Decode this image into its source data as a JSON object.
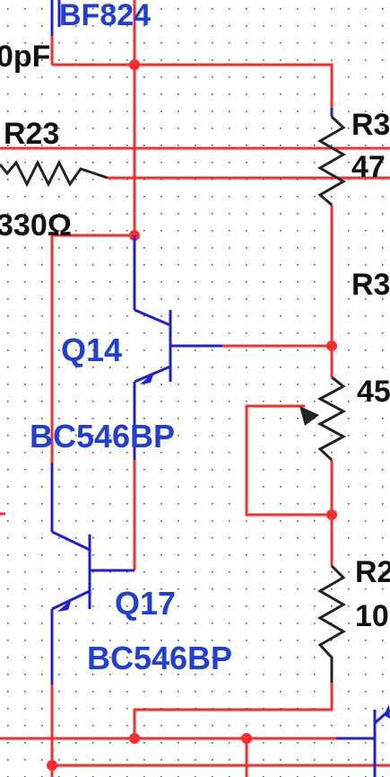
{
  "colors": {
    "wire": "#ff2a2a",
    "component": "#1f1fd9",
    "outline": "#222222",
    "label_black": "#111111",
    "label_blue": "#1f3fd8",
    "dot_grid": "#555555"
  },
  "labels": {
    "bf824": "BF824",
    "cap_value": "0pF",
    "r23_ref": "R23",
    "r23_value": "330Ω",
    "r3_top_ref": "R3",
    "r3_top_value": "47",
    "r3_mid_ref": "R3",
    "pot_value": "45",
    "q14_ref": "Q14",
    "q14_part": "BC546BP",
    "q17_ref": "Q17",
    "q17_part": "BC546BP",
    "r_bottom_ref": "R2",
    "r_bottom_value": "10"
  },
  "icons": {
    "resistor": "resistor-zigzag-icon",
    "transistor": "npn-transistor-icon",
    "potentiometer": "potentiometer-icon"
  }
}
